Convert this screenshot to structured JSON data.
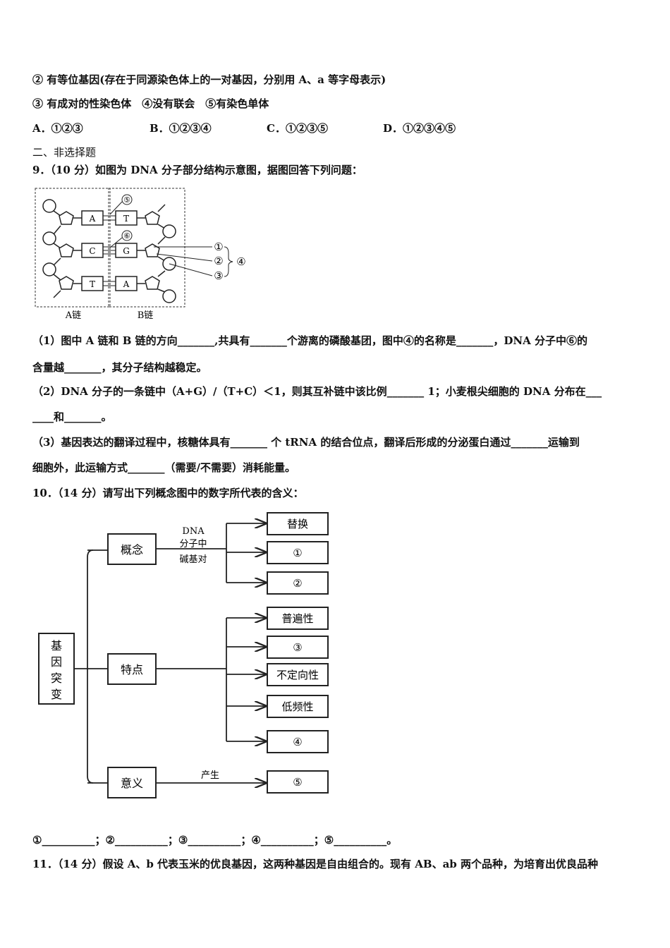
{
  "q8": {
    "line2": "② 有等位基因(存在于同源染色体上的一对基因，分别用 A、a 等字母表示)",
    "line3": "③ 有成对的性染色体　④没有联会　⑤有染色单体",
    "options": [
      "A．①②③",
      "B．①②③④",
      "C．①②③⑤",
      "D．①②③④⑤"
    ]
  },
  "section": "二、非选择题",
  "q9": {
    "stem": "9．（10 分）如图为 DNA 分子部分结构示意图，据图回答下列问题：",
    "fig": {
      "bases_a": [
        "A",
        "C",
        "T"
      ],
      "bases_b": [
        "T",
        "G",
        "A"
      ],
      "label5": "⑤",
      "label6": "⑥",
      "label1": "①",
      "label2": "②",
      "label3": "③",
      "label4": "④",
      "chain_a": "A链",
      "chain_b": "B链"
    },
    "p1a": "（1）图中 A 链和 B 链的方向_______,共具有_______个游离的磷酸基团，图中④的名称是_______，DNA 分子中⑥的",
    "p1b": "含量越_______，其分子结构越稳定。",
    "p2a": "（2）DNA 分子的一条链中（A+G）/（T+C）＜1，则其互补链中该比例_______ 1；小麦根尖细胞的 DNA 分布在___",
    "p2b": "____和_______。",
    "p3a": "（3）基因表达的翻译过程中，核糖体具有_______ 个 tRNA 的结合位点，翻译后形成的分泌蛋白通过_______运输到",
    "p3b": "细胞外，此运输方式_______（需要/不需要）消耗能量。"
  },
  "q10": {
    "stem": "10．（14 分）请写出下列概念图中的数字所代表的含义：",
    "diagram": {
      "root": [
        "基",
        "因",
        "突",
        "变"
      ],
      "concept": "概念",
      "feature": "特点",
      "meaning": "意义",
      "dna_label": [
        "DNA",
        "分子中",
        "碱基对"
      ],
      "concept_items": [
        "替换",
        "①",
        "②"
      ],
      "feature_items": [
        "普遍性",
        "③",
        "不定向性",
        "低频性",
        "④"
      ],
      "produce": "产生",
      "meaning_item": "⑤"
    },
    "answer": "①__________；②__________；③__________；④__________；⑤__________。"
  },
  "q11": {
    "stem": "11．（14 分）假设 A、b 代表玉米的优良基因，这两种基因是自由组合的。现有 AB、ab 两个品种，为培育出优良品种"
  }
}
